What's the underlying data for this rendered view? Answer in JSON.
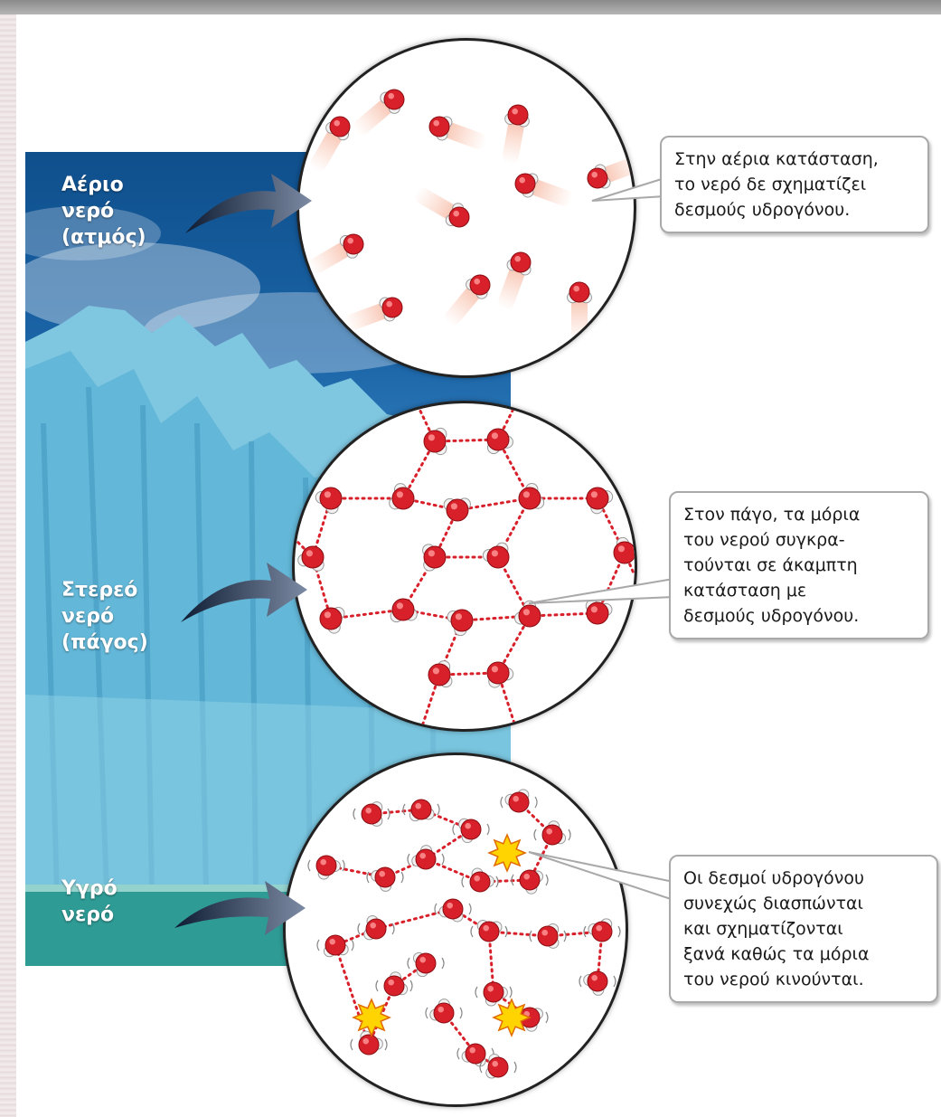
{
  "labels": {
    "gas": "Αέριο\nνερό\n(ατμός)",
    "solid": "Στερεό\nνερό\n(πάγος)",
    "liquid": "Υγρό\nνερό"
  },
  "callouts": {
    "gas": "Στην αέρια κατάσταση,\nτο νερό δε σχηματίζει\nδεσμούς υδρογόνου.",
    "solid": "Στον πάγο, τα μόρια\nτου νερού συγκρα-\nτούνται σε άκαμπτη\nκατάσταση με\nδεσμούς υδρογόνου.",
    "liquid": "Οι δεσμοί υδρογόνου\nσυνεχώς διασπώνται\nκαι σχηματίζονται\nξανά καθώς τα μόρια\nτου νερού κινούνται."
  },
  "colors": {
    "oxygen": "#d8202a",
    "hydrogen": "#f2f2f2",
    "bond": "#d8202a",
    "arrow": "#2e3a52",
    "burst": "#ffd400"
  }
}
